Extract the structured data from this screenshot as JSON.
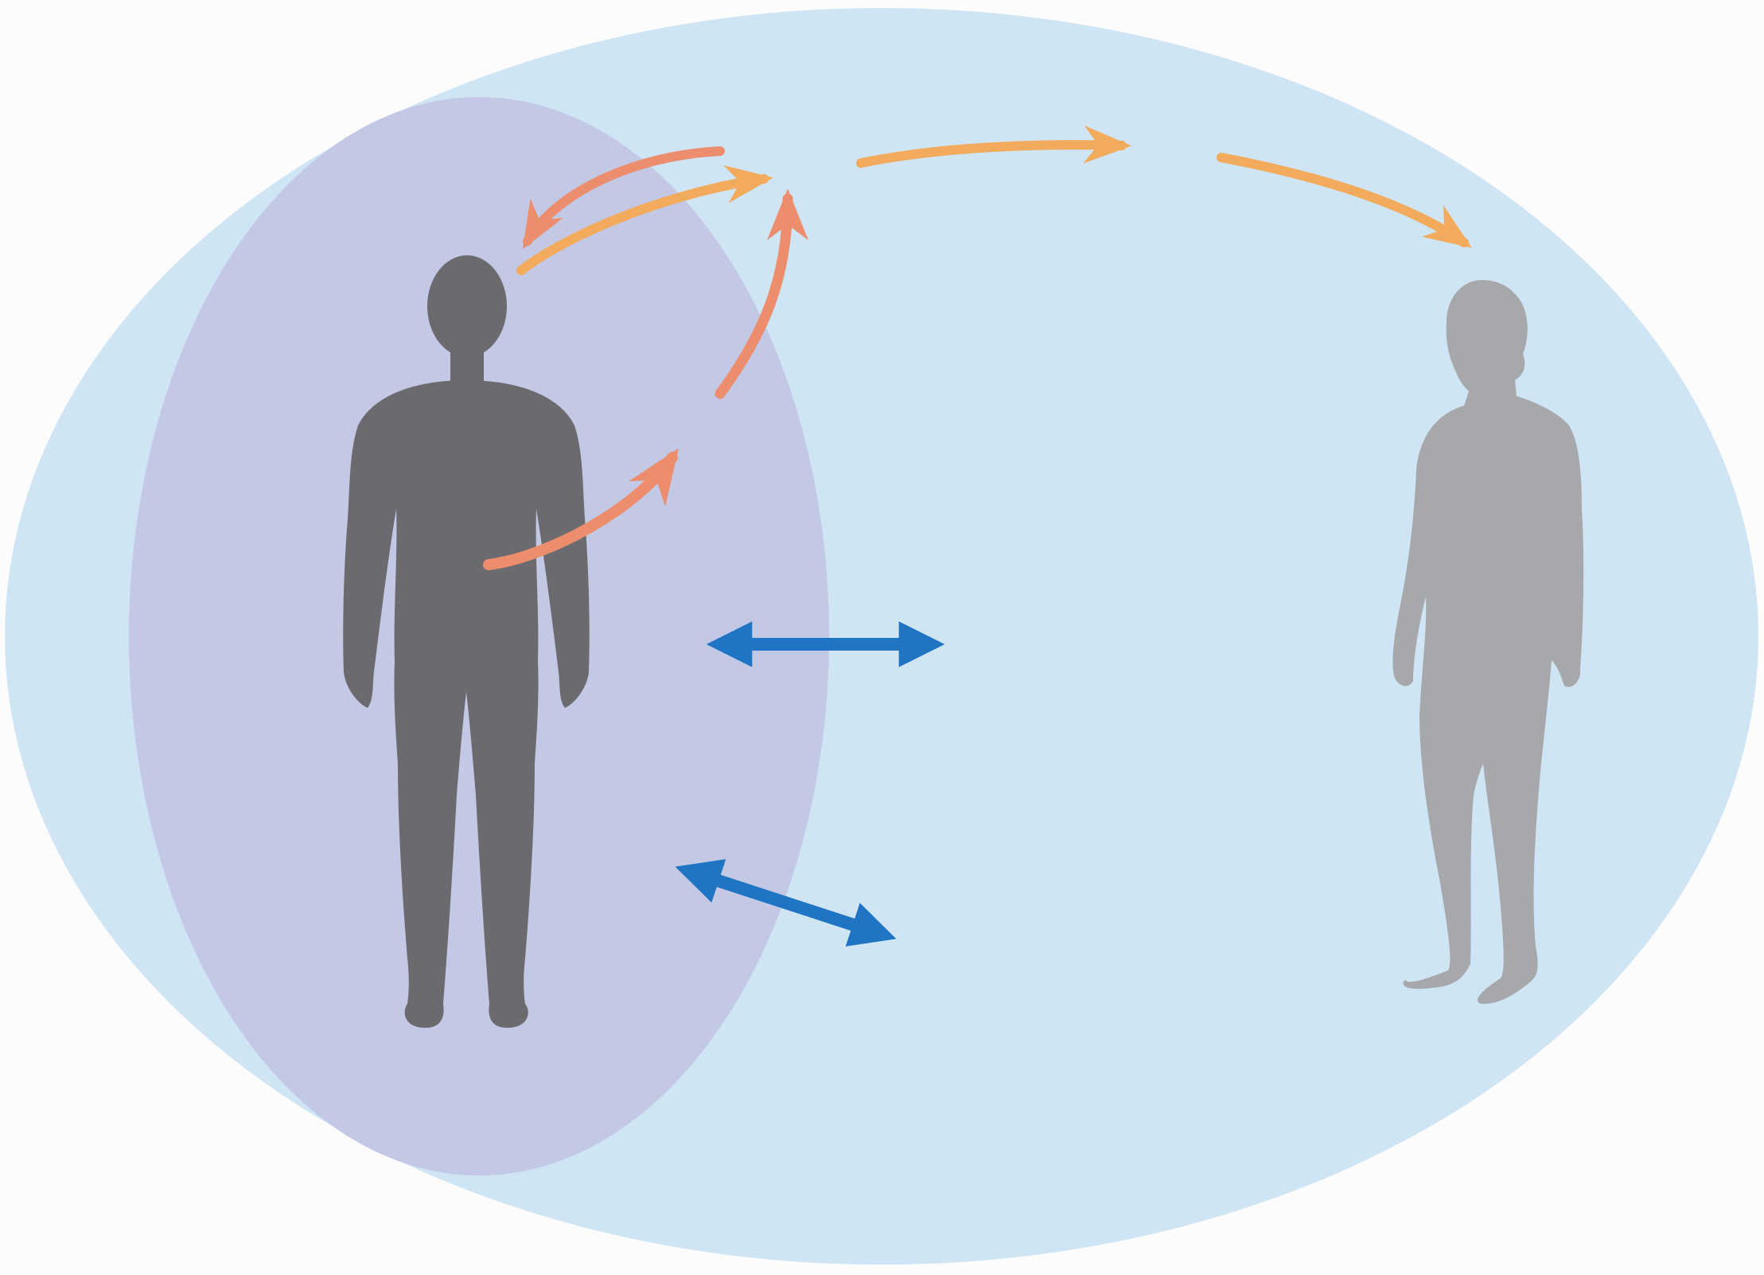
{
  "diagram": {
    "colors": {
      "background": "#fdfcfd",
      "outer_region": "#cfe5f4",
      "inner_region": "#c3c9e5",
      "main_person": "#6b6b6f",
      "other_person": "#a7a8ab",
      "internal_arrow": "#ec8d6e",
      "external_arrow": "#f2ab5c",
      "interaction_arrow": "#1f74c3"
    },
    "figures": [
      {
        "name": "main-person-silhouette",
        "tone": "dark"
      },
      {
        "name": "other-person-silhouette",
        "tone": "light"
      }
    ],
    "arrows": {
      "internal": [
        "body-to-head",
        "head-to-top",
        "top-to-left"
      ],
      "external": [
        "head-out",
        "chain-1",
        "chain-2"
      ],
      "interaction": [
        "horizontal",
        "diagonal"
      ]
    }
  }
}
